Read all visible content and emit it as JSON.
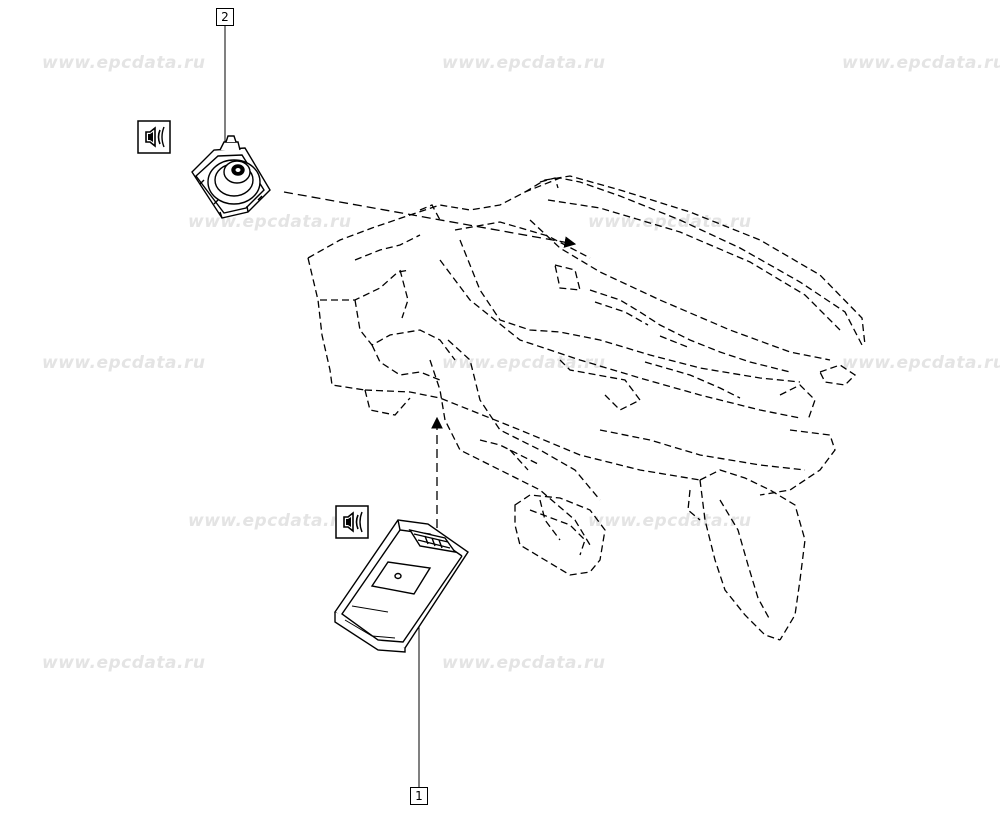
{
  "watermark": {
    "text": "www.epcdata.ru",
    "color": "#e4e4e4",
    "count": 12
  },
  "callouts": [
    {
      "label": "2",
      "part": "loudspeaker"
    },
    {
      "label": "1",
      "part": "amplifier-module"
    }
  ],
  "symbols": [
    {
      "icon": "sound-speaker-icon"
    },
    {
      "icon": "sound-speaker-icon"
    }
  ],
  "colors": {
    "line": "#000000",
    "background": "#ffffff"
  }
}
